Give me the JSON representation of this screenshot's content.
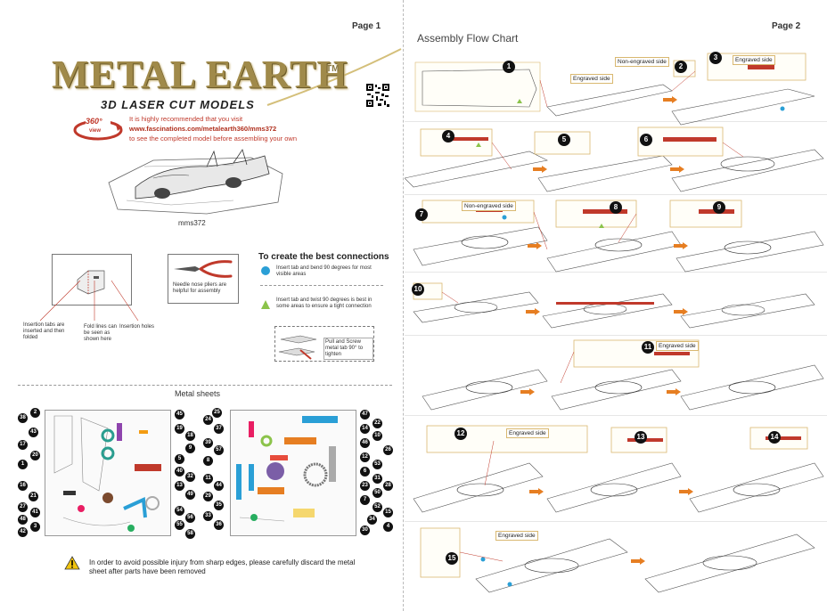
{
  "page1": {
    "page_label": "Page 1",
    "brand": "METAL EARTH",
    "tm": "TM",
    "subtitle": "3D LASER CUT MODELS",
    "badge_360": "360°",
    "badge_view": "view",
    "visit_line1": "It is highly recommended that you visit",
    "visit_url": "www.fascinations.com/metalearth360/mms372",
    "visit_line3": "to see the completed model before assembling your own",
    "model_code": "mms372",
    "insertion_tabs": "Insertion tabs are inserted and then folded",
    "fold_lines": "Fold lines can be seen as shown here",
    "insertion_holes": "Insertion holes",
    "pliers_note": "Needle nose pliers are helpful for assembly",
    "connections_title": "To create the best connections",
    "conn1": "Insert tab and bend 90 degrees for most visible areas",
    "conn2": "Insert tab and twist 90 degrees is best in some areas to ensure a tight connection",
    "twist_note": "Pull and Screw metal tab 90° to tighten",
    "sheets_title": "Metal sheets",
    "sheet_left_numbers": [
      "38",
      "43",
      "17",
      "1",
      "16",
      "21",
      "27",
      "48",
      "42",
      "2",
      "20",
      "3",
      "41"
    ],
    "sheet_mid_numbers": [
      "45",
      "19",
      "18",
      "5",
      "40",
      "13",
      "49",
      "54",
      "55",
      "9",
      "32",
      "56",
      "58"
    ],
    "sheet_right_left_numbers": [
      "25",
      "24",
      "37",
      "57",
      "8",
      "29",
      "44",
      "11",
      "39",
      "35",
      "33",
      "36"
    ],
    "sheet_right_numbers": [
      "47",
      "22",
      "10",
      "46",
      "12",
      "53",
      "6",
      "23",
      "50",
      "52",
      "34",
      "30",
      "31",
      "14",
      "7",
      "26",
      "28",
      "15",
      "4"
    ],
    "warning": "In order to avoid possible injury from sharp edges, please carefully discard the metal sheet after parts have been removed",
    "colors": {
      "gold": "#a08a4a",
      "red": "#c0392b",
      "blue": "#2a9fd6",
      "green": "#8bc34a"
    }
  },
  "page2": {
    "page_label": "Page 2",
    "title": "Assembly Flow Chart",
    "steps": [
      "1",
      "2",
      "3",
      "4",
      "5",
      "6",
      "7",
      "8",
      "9",
      "10",
      "11",
      "12",
      "13",
      "14",
      "15"
    ],
    "engraved_side": "Engraved side",
    "non_engraved_side": "Non-engraved side"
  }
}
